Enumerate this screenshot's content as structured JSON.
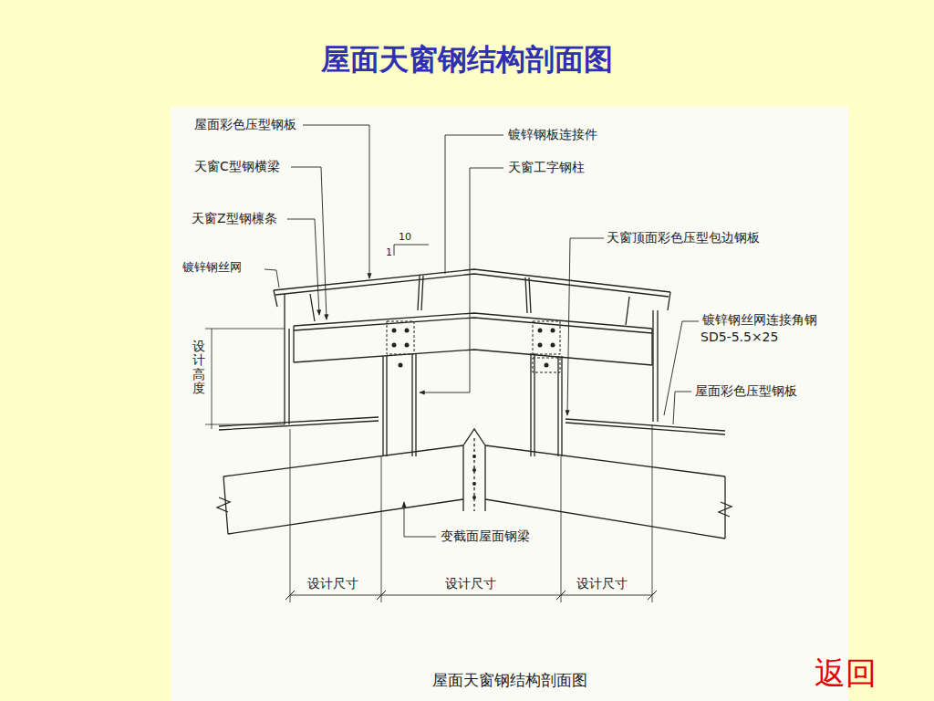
{
  "diagram": {
    "title": "屋面天窗钢结构剖面图",
    "caption": "屋面天窗钢结构剖面图",
    "labels": [
      "屋面彩色压型钢板",
      "天窗C型钢横梁",
      "天窗Z型钢檩条",
      "镀锌钢丝网",
      "10",
      "1",
      "设计高度",
      "镀锌钢板连接件",
      "天窗工字钢柱",
      "天窗顶面彩色压型包边钢板",
      "镀锌钢丝网连接角钢",
      "SD5-5.5×25",
      "屋面彩色压型钢板",
      "变截面屋面钢梁",
      "设计尺寸",
      "设计尺寸",
      "设计尺寸",
      "返回"
    ]
  }
}
